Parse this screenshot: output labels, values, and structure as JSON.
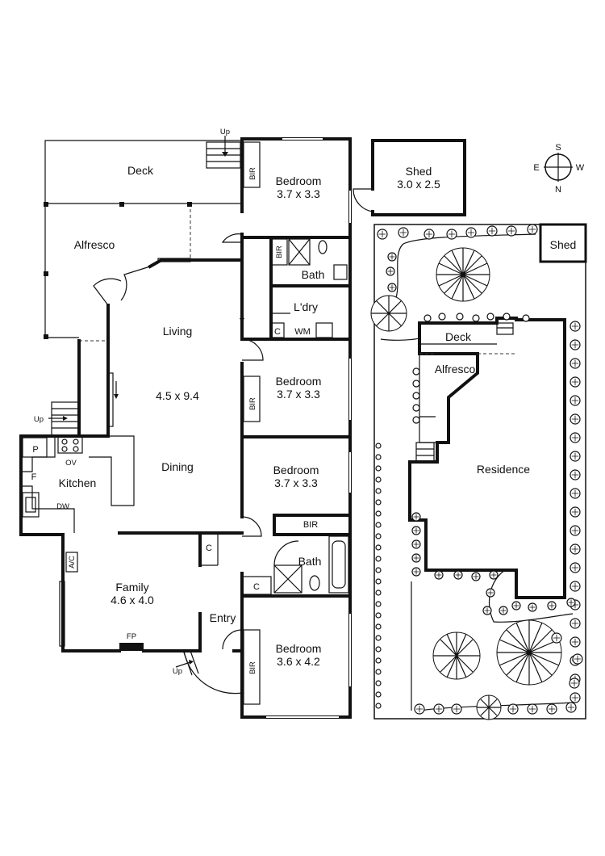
{
  "rooms": {
    "deck": "Deck",
    "alfresco": "Alfresco",
    "living": "Living",
    "living_size": "4.5 x 9.4",
    "dining": "Dining",
    "kitchen": "Kitchen",
    "family": "Family",
    "family_size": "4.6 x 4.0",
    "entry": "Entry",
    "bedroom1": "Bedroom",
    "bedroom1_size": "3.7 x 3.3",
    "bedroom2": "Bedroom",
    "bedroom2_size": "3.7 x 3.3",
    "bedroom3": "Bedroom",
    "bedroom3_size": "3.7 x 3.3",
    "bedroom4": "Bedroom",
    "bedroom4_size": "3.6 x 4.2",
    "bath1": "Bath",
    "bath2": "Bath",
    "laundry": "L'dry",
    "shed": "Shed",
    "shed_size": "3.0 x 2.5"
  },
  "fixtures": {
    "bir": "BIR",
    "c": "C",
    "wm": "WM",
    "p": "P",
    "f": "F",
    "ov": "OV",
    "dw": "DW",
    "ac": "A/C",
    "fp": "FP",
    "up": "Up"
  },
  "site": {
    "shed": "Shed",
    "deck": "Deck",
    "alfresco": "Alfresco",
    "residence": "Residence"
  },
  "compass": {
    "n": "N",
    "s": "S",
    "e": "E",
    "w": "W"
  }
}
